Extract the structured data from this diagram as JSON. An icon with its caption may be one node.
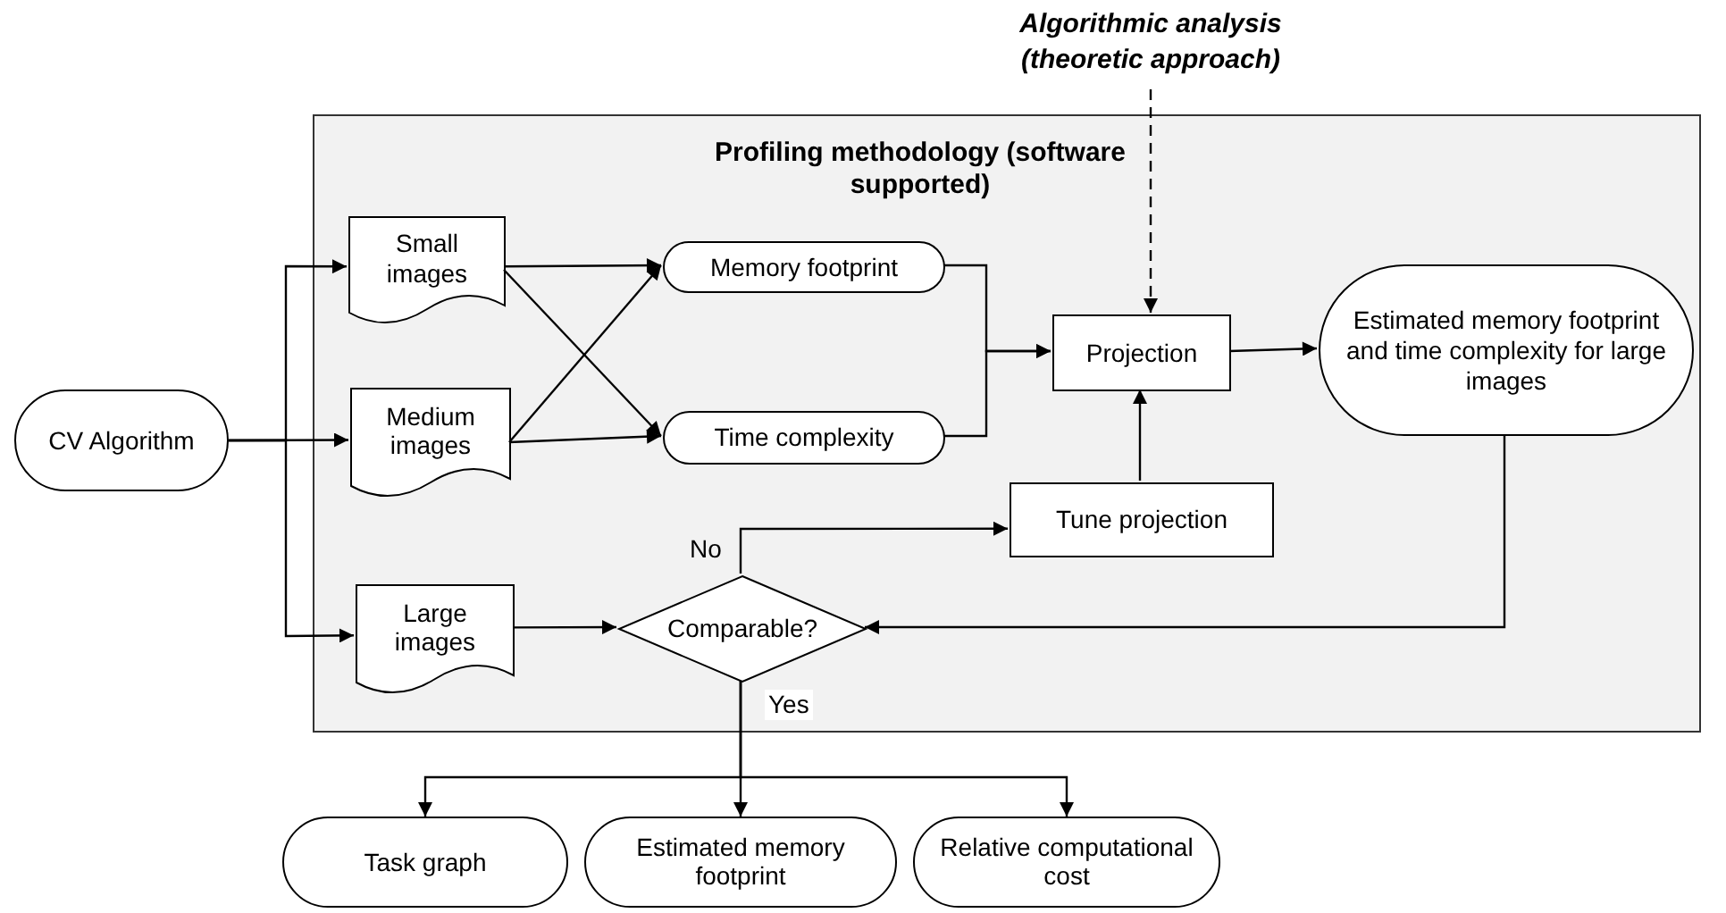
{
  "diagram": {
    "nodes": [
      {
        "text": [
          "Profiling methodology (software supported)"
        ]
      },
      {
        "text": [
          "CV Algorithm"
        ]
      },
      {
        "text": [
          "Small images"
        ],
        "in": 0
      },
      {
        "text": [
          "Medium images"
        ],
        "in": 0
      },
      {
        "text": [
          "Large images"
        ],
        "in": 0
      },
      {
        "text": [
          "Memory footprint"
        ],
        "in": 0
      },
      {
        "text": [
          "Time complexity"
        ],
        "in": 0
      },
      {
        "text": [
          "Projection"
        ],
        "in": 0
      },
      {
        "text": [
          "Estimated memory footprint and time complexity for large images"
        ],
        "in": 0
      },
      {
        "text": [
          "Tune projection"
        ],
        "in": 0
      },
      {
        "text": [
          "Comparable?"
        ],
        "in": 0
      },
      {
        "text": [
          "Algorithmic analysis (theoretic approach)"
        ]
      },
      {
        "text": [
          "Task graph"
        ]
      },
      {
        "text": [
          "Estimated memory footprint"
        ]
      },
      {
        "text": [
          "Relative computational cost"
        ]
      }
    ],
    "edges": [
      {
        "from": 1,
        "to": 2,
        "arrow": "to"
      },
      {
        "from": 1,
        "to": 3,
        "arrow": "to"
      },
      {
        "from": 1,
        "to": 4,
        "arrow": "to"
      },
      {
        "from": 2,
        "to": 5,
        "arrow": "to"
      },
      {
        "from": 2,
        "to": 6,
        "arrow": "to"
      },
      {
        "from": 3,
        "to": 5,
        "arrow": "to"
      },
      {
        "from": 3,
        "to": 6,
        "arrow": "to"
      },
      {
        "from": 5,
        "to": 7,
        "arrow": "to"
      },
      {
        "from": 6,
        "to": 7,
        "arrow": "to"
      },
      {
        "from": 11,
        "to": 7,
        "arrow": "to",
        "style": "dashed"
      },
      {
        "from": 7,
        "to": 8,
        "arrow": "to"
      },
      {
        "from": 9,
        "to": 7,
        "arrow": "to"
      },
      {
        "from": 10,
        "to": 9,
        "arrow": "to",
        "label": "No"
      },
      {
        "from": 4,
        "to": 10,
        "arrow": "to"
      },
      {
        "from": 8,
        "to": 10,
        "arrow": "to"
      },
      {
        "from": 10,
        "to": 12,
        "arrow": "to"
      },
      {
        "from": 10,
        "to": 13,
        "arrow": "to",
        "label": "Yes"
      },
      {
        "from": 10,
        "to": 14,
        "arrow": "to"
      }
    ]
  }
}
